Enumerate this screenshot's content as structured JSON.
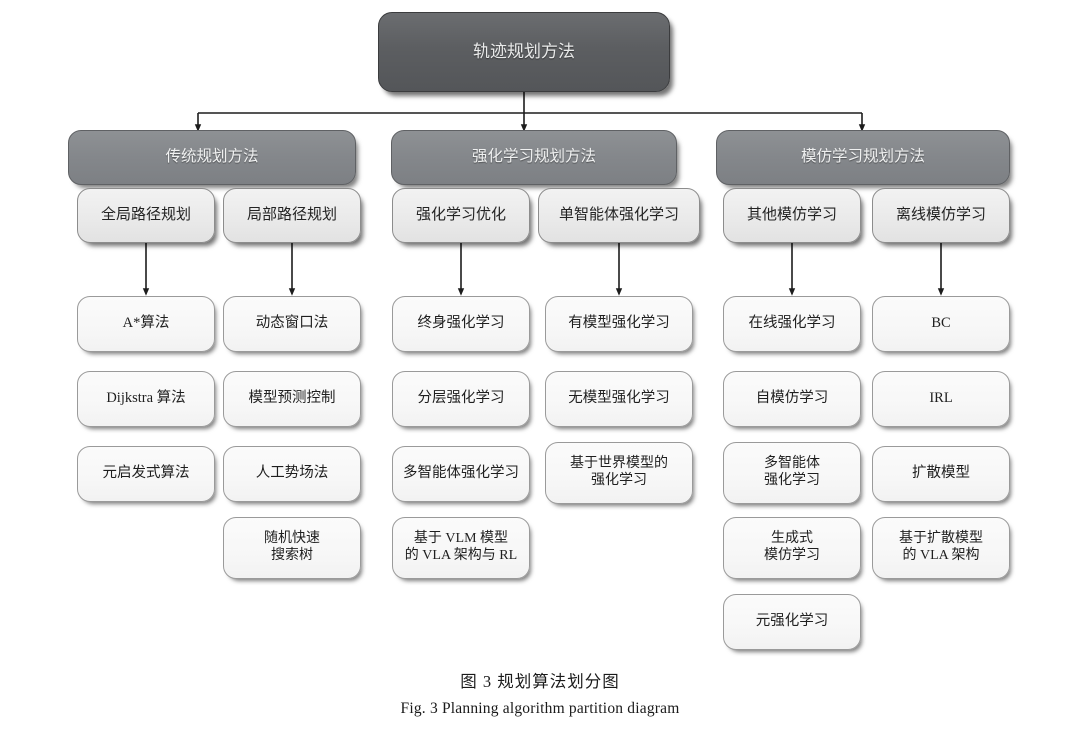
{
  "figure": {
    "root": {
      "label": "轨迹规划方法"
    },
    "groups": [
      {
        "header": "传统规划方法",
        "subcategories": [
          {
            "label": "全局路径规划",
            "leaves": [
              "A*算法",
              "Dijkstra 算法",
              "元启发式算法"
            ]
          },
          {
            "label": "局部路径规划",
            "leaves": [
              "动态窗口法",
              "模型预测控制",
              "人工势场法",
              "随机快速\n搜索树"
            ]
          }
        ]
      },
      {
        "header": "强化学习规划方法",
        "subcategories": [
          {
            "label": "强化学习优化",
            "leaves": [
              "终身强化学习",
              "分层强化学习",
              "多智能体强化学习",
              "基于 VLM 模型\n的 VLA 架构与 RL"
            ]
          },
          {
            "label": "单智能体强化学习",
            "leaves": [
              "有模型强化学习",
              "无模型强化学习",
              "基于世界模型的\n强化学习"
            ]
          }
        ]
      },
      {
        "header": "模仿学习规划方法",
        "subcategories": [
          {
            "label": "其他模仿学习",
            "leaves": [
              "在线强化学习",
              "自模仿学习",
              "多智能体\n强化学习",
              "生成式\n模仿学习",
              "元强化学习"
            ]
          },
          {
            "label": "离线模仿学习",
            "leaves": [
              "BC",
              "IRL",
              "扩散模型",
              "基于扩散模型\n的 VLA 架构"
            ]
          }
        ]
      }
    ],
    "caption_cn": "图 3    规划算法划分图",
    "caption_en": "Fig. 3    Planning algorithm partition diagram",
    "colors": {
      "background": "#ffffff",
      "root_fill": "#5c5e61",
      "group_fill": "#84878b",
      "sub_fill": "#eaeaea",
      "leaf_fill": "#f7f7f7",
      "connector": "#222222",
      "text_light": "#f0f1f1",
      "text_dark": "#1f1f1f"
    }
  }
}
